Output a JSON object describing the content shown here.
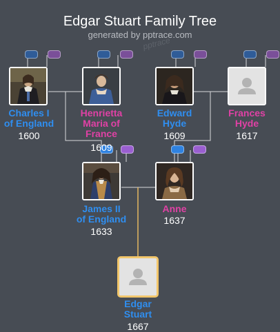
{
  "header": {
    "title": "Edgar Stuart Family Tree",
    "subtitle": "generated by pptrace.com",
    "watermark": "pptrace"
  },
  "colors": {
    "background": "#474c54",
    "male": "#2f8ef0",
    "female": "#e041a5",
    "connector": "#d9dadc",
    "focus_connector": "#e7b760",
    "focus_border": "#f2c66b"
  },
  "people": {
    "charles": {
      "name_line1": "Charles I",
      "name_line2": "of England",
      "year": "1600",
      "gender": "male",
      "icon": "portrait-photo"
    },
    "henrietta": {
      "name_line1": "Henrietta",
      "name_line2": "Maria of",
      "name_line3": "France",
      "year": "1609",
      "gender": "female",
      "icon": "portrait-photo"
    },
    "edward": {
      "name_line1": "Edward",
      "name_line2": "Hyde",
      "year": "1609",
      "gender": "male",
      "icon": "portrait-photo"
    },
    "frances": {
      "name_line1": "Frances",
      "name_line2": "Hyde",
      "year": "1617",
      "gender": "female",
      "icon": "person-placeholder-icon"
    },
    "james": {
      "name_line1": "James II",
      "name_line2": "of England",
      "year": "1633",
      "gender": "male",
      "icon": "portrait-photo"
    },
    "anne": {
      "name_line1": "Anne",
      "year": "1637",
      "gender": "female",
      "icon": "portrait-photo"
    },
    "edgar": {
      "name_line1": "Edgar",
      "name_line2": "Stuart",
      "year": "1667",
      "gender": "male",
      "icon": "person-placeholder-icon"
    }
  }
}
